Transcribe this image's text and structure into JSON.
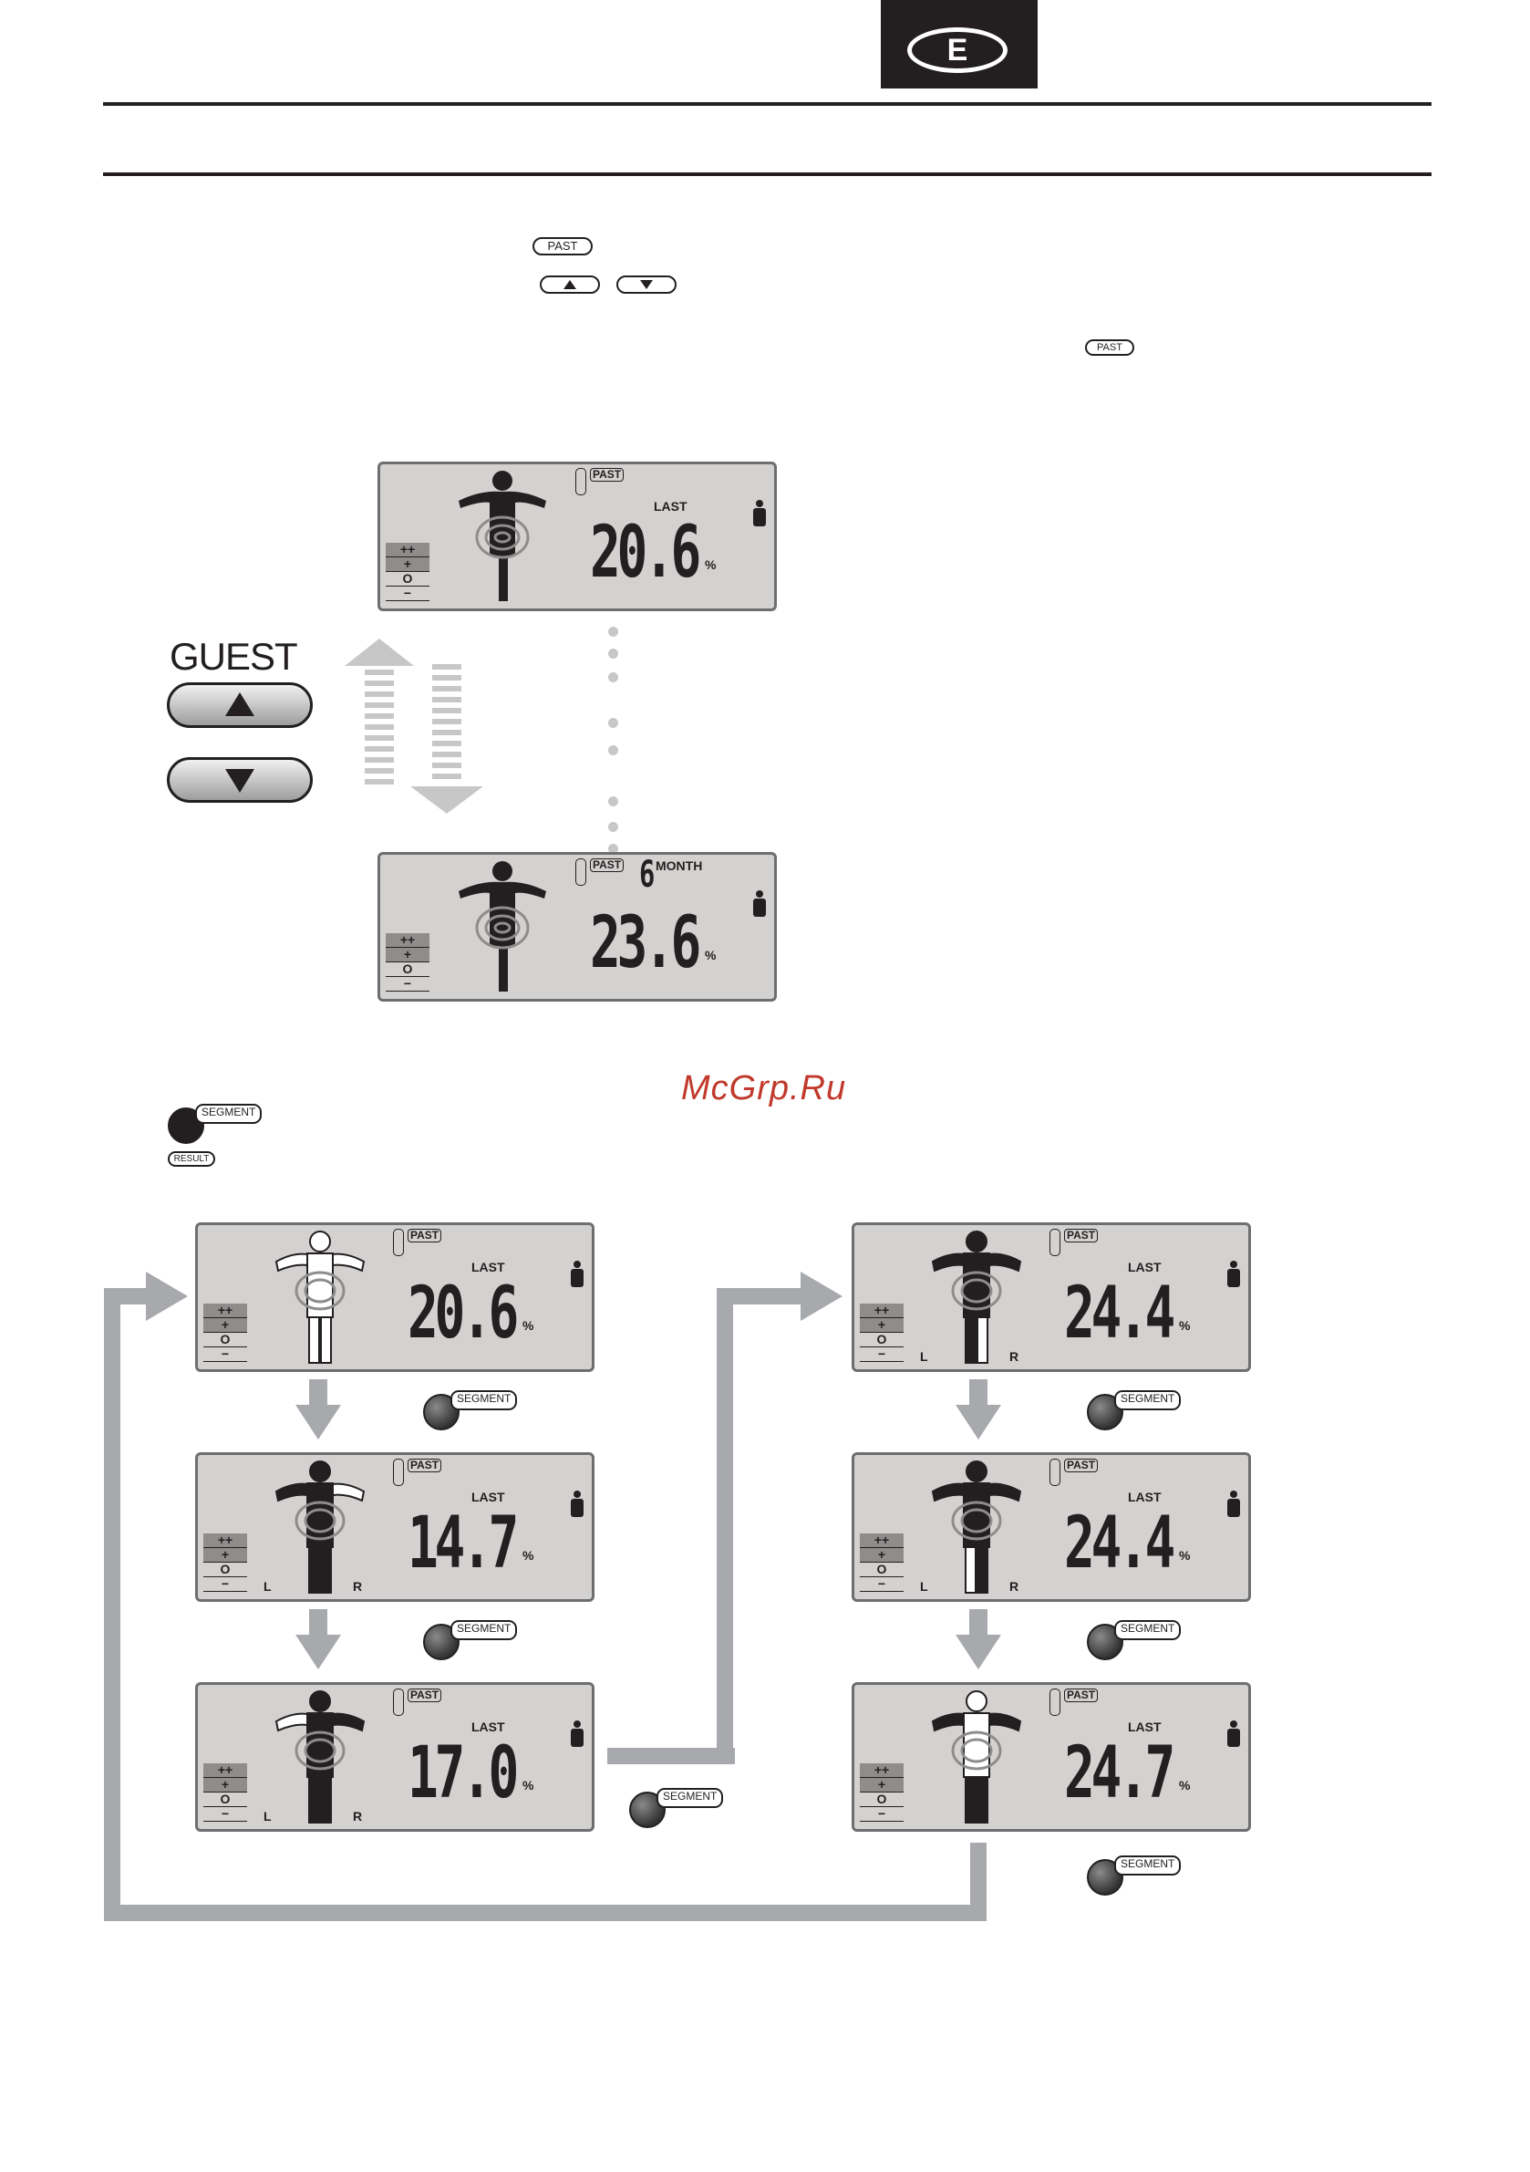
{
  "header": {
    "language_tab": "E"
  },
  "buttons": {
    "past_label": "PAST",
    "segment_label": "SEGMENT",
    "result_label": "RESULT",
    "guest_label": "GUEST"
  },
  "watermark": "McGrp.Ru",
  "past_displays": [
    {
      "id": "last",
      "value": "20.6",
      "period": "LAST",
      "unit": "%"
    },
    {
      "id": "month6",
      "value": "23.6",
      "period_num": "6",
      "period": "MONTH",
      "unit": "%"
    }
  ],
  "segment_displays": [
    {
      "id": "whole-body",
      "value": "20.6",
      "period": "LAST",
      "unit": "%",
      "left": "",
      "right": ""
    },
    {
      "id": "right-arm",
      "value": "14.7",
      "period": "LAST",
      "unit": "%",
      "left": "L",
      "right": "R"
    },
    {
      "id": "left-arm",
      "value": "17.0",
      "period": "LAST",
      "unit": "%",
      "left": "L",
      "right": "R"
    },
    {
      "id": "right-leg",
      "value": "24.4",
      "period": "LAST",
      "unit": "%",
      "left": "L",
      "right": "R"
    },
    {
      "id": "left-leg",
      "value": "24.4",
      "period": "LAST",
      "unit": "%",
      "left": "L",
      "right": "R"
    },
    {
      "id": "trunk",
      "value": "24.7",
      "period": "LAST",
      "unit": "%",
      "left": "",
      "right": ""
    }
  ],
  "scale_marks": [
    "++",
    "+",
    "O",
    "−"
  ],
  "colors": {
    "lcd_bg": "#d3d2d0",
    "ink": "#231f20",
    "arrow_gray": "#a7a9ac",
    "watermark": "#c0392b"
  }
}
